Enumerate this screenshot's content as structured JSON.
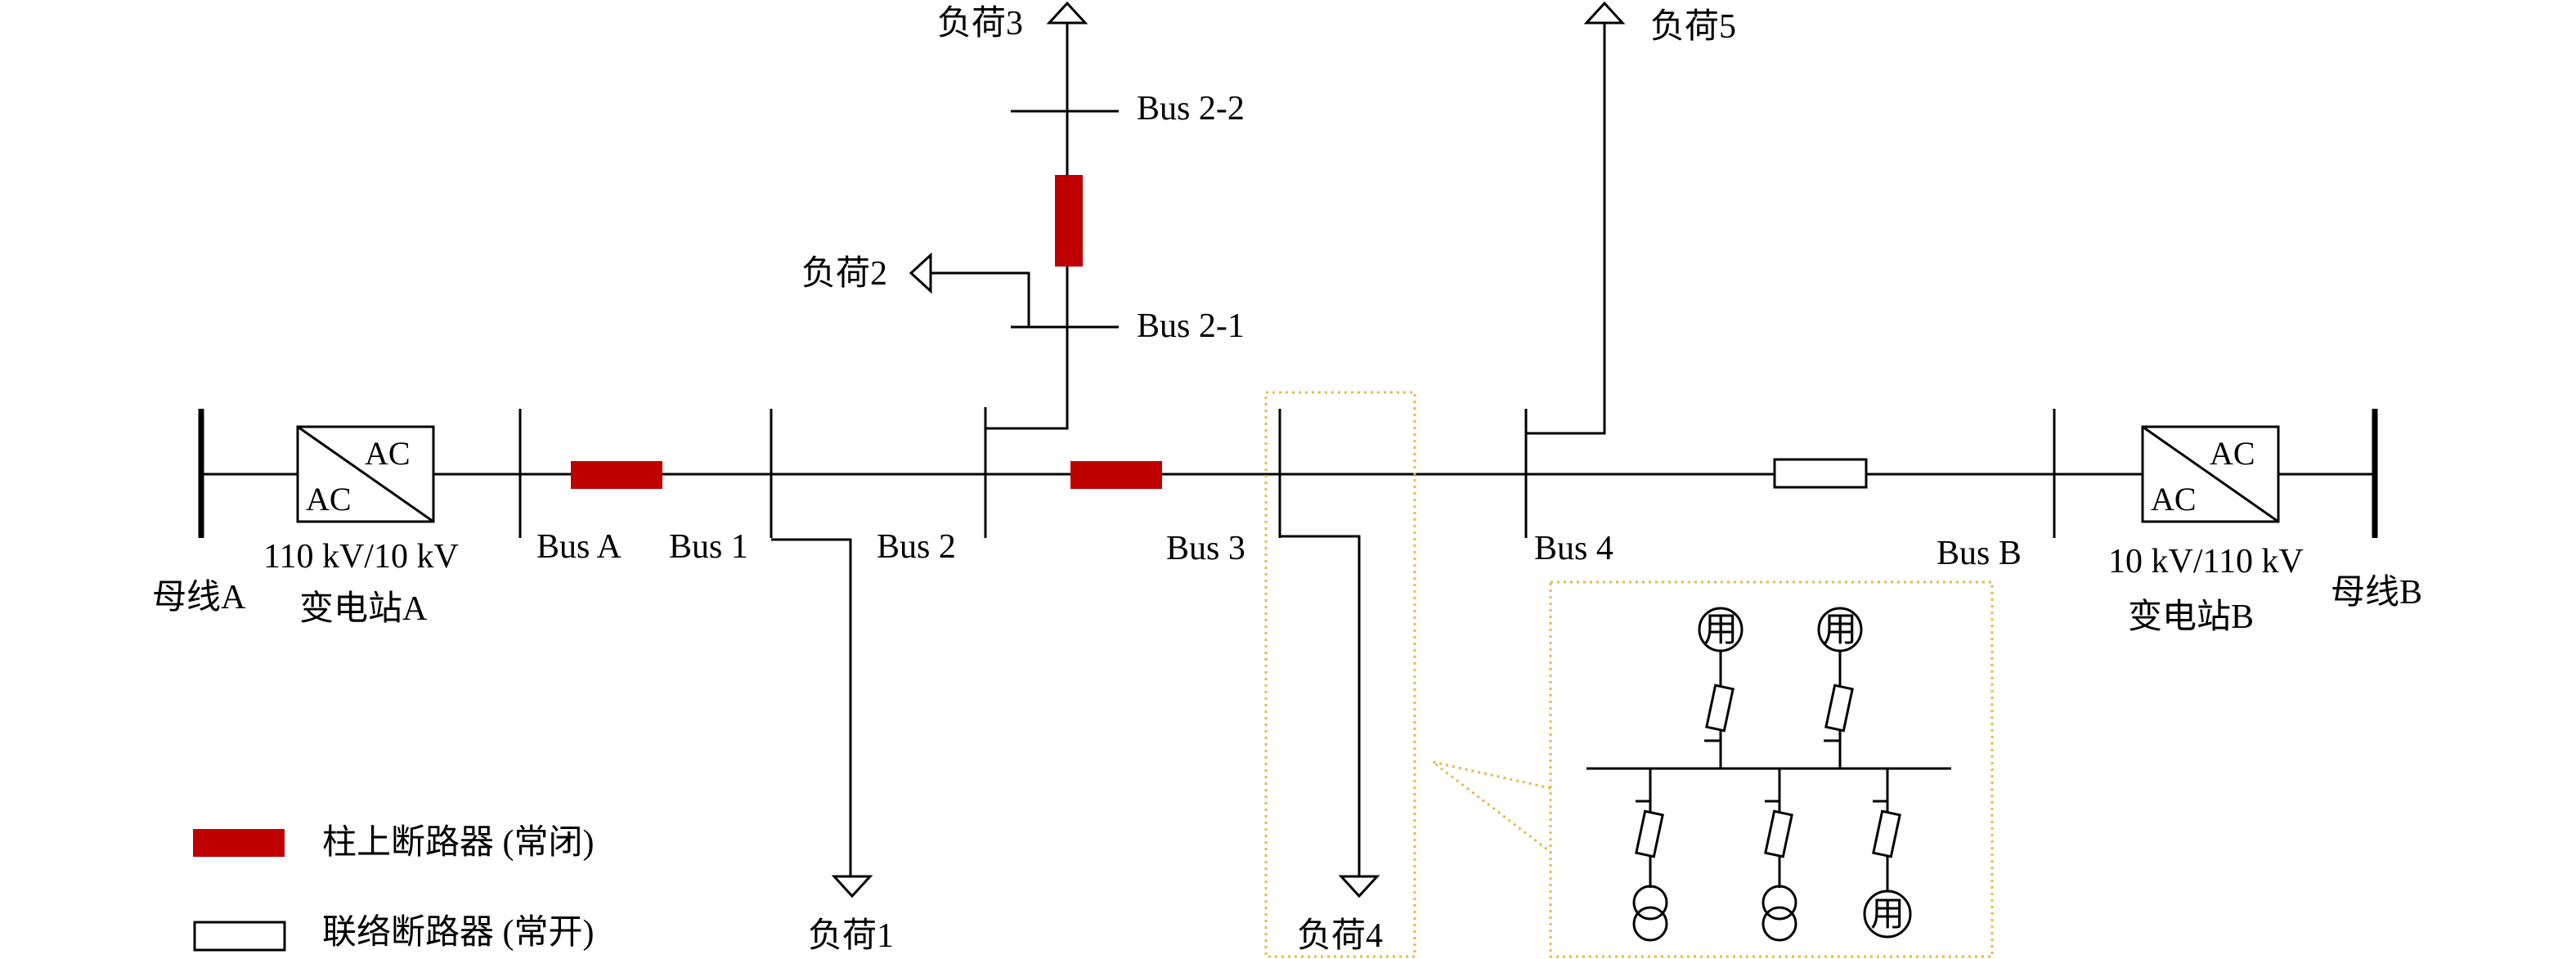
{
  "colors": {
    "closed_breaker": "#C00000",
    "highlight_box": "#E8B84A",
    "line": "#000000"
  },
  "nodes": {
    "bus_a": "Bus A",
    "bus_1": "Bus  1",
    "bus_2": "Bus 2",
    "bus_3": "Bus 3",
    "bus_4": "Bus 4",
    "bus_b": "Bus B",
    "bus_2_1": "Bus 2-1",
    "bus_2_2": "Bus 2-2"
  },
  "substations": {
    "left": {
      "busbar": "母线A",
      "ac_top": "AC",
      "ac_bottom": "AC",
      "voltage": "110 kV/10 kV",
      "name": "变电站A"
    },
    "right": {
      "busbar": "母线B",
      "ac_top": "AC",
      "ac_bottom": "AC",
      "voltage": "10 kV/110 kV",
      "name": "变电站B"
    }
  },
  "loads": {
    "load_1": "负荷1",
    "load_2": "负荷2",
    "load_3": "负荷3",
    "load_4": "负荷4",
    "load_5": "负荷5"
  },
  "inset": {
    "top_symbol_1": "用",
    "top_symbol_2": "用",
    "bottom_symbol": "用"
  },
  "legend": {
    "closed_breaker": "柱上断路器 (常闭)",
    "open_breaker": "联络断路器 (常开)"
  }
}
